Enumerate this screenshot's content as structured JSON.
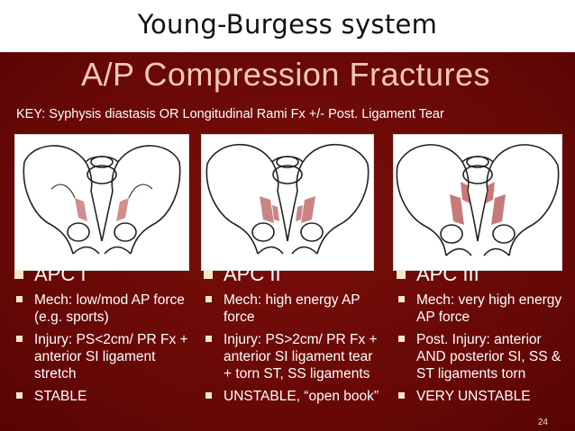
{
  "page_title": "Young-Burgess system",
  "slide": {
    "title": "A/P Compression Fractures",
    "key": "KEY: Syphysis diastasis OR Longitudinal Rami Fx +/- Post. Ligament Tear",
    "page_number": "24",
    "columns": [
      {
        "heading": "APC I",
        "bullets": [
          "Mech: low/mod AP force  (e.g. sports)",
          "Injury: PS<2cm/ PR Fx  + anterior SI ligament stretch",
          "STABLE"
        ]
      },
      {
        "heading": "APC II",
        "bullets": [
          "Mech: high energy AP force",
          "Injury: PS>2cm/ PR Fx + anterior SI ligament tear + torn ST, SS ligaments",
          "UNSTABLE, “open book”"
        ]
      },
      {
        "heading": "APC III",
        "bullets": [
          "Mech: very high energy AP force",
          "Post. Injury: anterior AND posterior SI, SS & ST ligaments torn",
          "VERY UNSTABLE"
        ]
      }
    ]
  },
  "colors": {
    "slide_bg": "#6e0b08",
    "title": "#f2c7b8",
    "bullet": "#f4e9c6"
  }
}
